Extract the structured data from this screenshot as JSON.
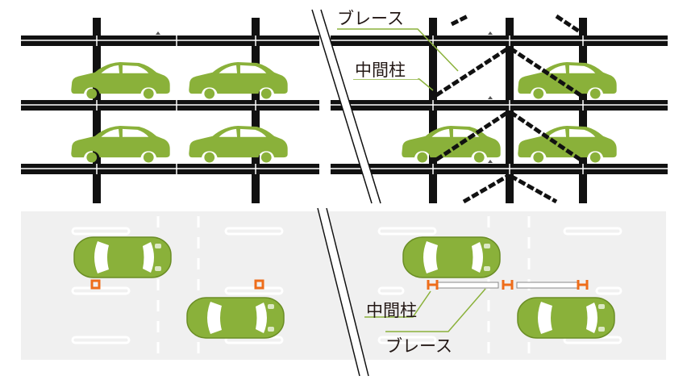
{
  "labels": {
    "elevation_brace": "ブレース",
    "elevation_center_column": "中間柱",
    "plan_center_column": "中間柱",
    "plan_brace": "ブレース"
  },
  "colors": {
    "car": "#8ab13a",
    "car_plan_outline": "#6a8d25",
    "structure": "#111111",
    "plan_floor": "#f0f0f0",
    "plan_accent": "#ee6d1a",
    "leader_line": "#8ab13a"
  }
}
